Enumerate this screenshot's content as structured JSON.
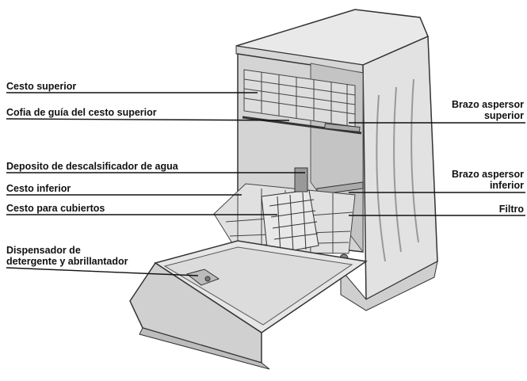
{
  "labels": {
    "cesto_superior": "Cesto superior",
    "cofia": "Cofia de guía del cesto superior",
    "deposito": "Deposito de descalsificador de agua",
    "cesto_inferior": "Cesto inferior",
    "cesto_cubiertos": "Cesto para cubiertos",
    "dispensador": "Dispensador de\ndetergente y abrillantador",
    "brazo_superior": "Brazo aspersor\nsuperior",
    "brazo_inferior": "Brazo aspersor\ninferior",
    "filtro": "Filtro"
  },
  "colors": {
    "outline": "#333333",
    "body_light": "#e6e6e6",
    "body_mid": "#d2d2d2",
    "body_dark": "#b8b8b8",
    "interior": "#cfcfcf",
    "leader": "#111111"
  }
}
